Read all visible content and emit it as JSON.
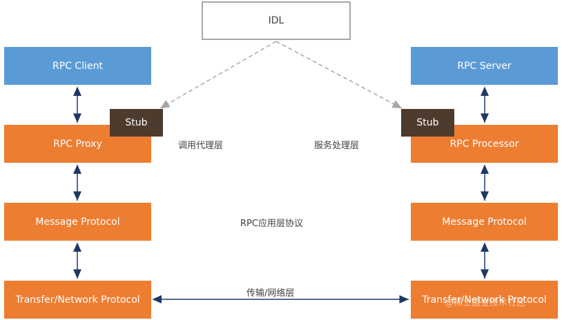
{
  "idl": "IDL",
  "left": {
    "client": "RPC Client",
    "proxy": "RPC Proxy",
    "stub": "Stub",
    "message": "Message Protocol",
    "transfer": "Transfer/Network Protocol"
  },
  "right": {
    "server": "RPC Server",
    "processor": "RPC Processor",
    "stub": "Stub",
    "message": "Message Protocol",
    "transfer": "Transfer/Network Protocol"
  },
  "labels": {
    "proxy_layer": "调用代理层",
    "service_layer": "服务处理层",
    "app_protocol": "RPC应用层协议",
    "transport": "传输/网络层"
  },
  "watermark": "@稀土掘金技术社区",
  "colors": {
    "blue": "#5b9bd5",
    "orange": "#ed7d31",
    "stub": "#4d3b2e",
    "arrow": "#1f3864",
    "dashed": "#a6a6a6"
  }
}
